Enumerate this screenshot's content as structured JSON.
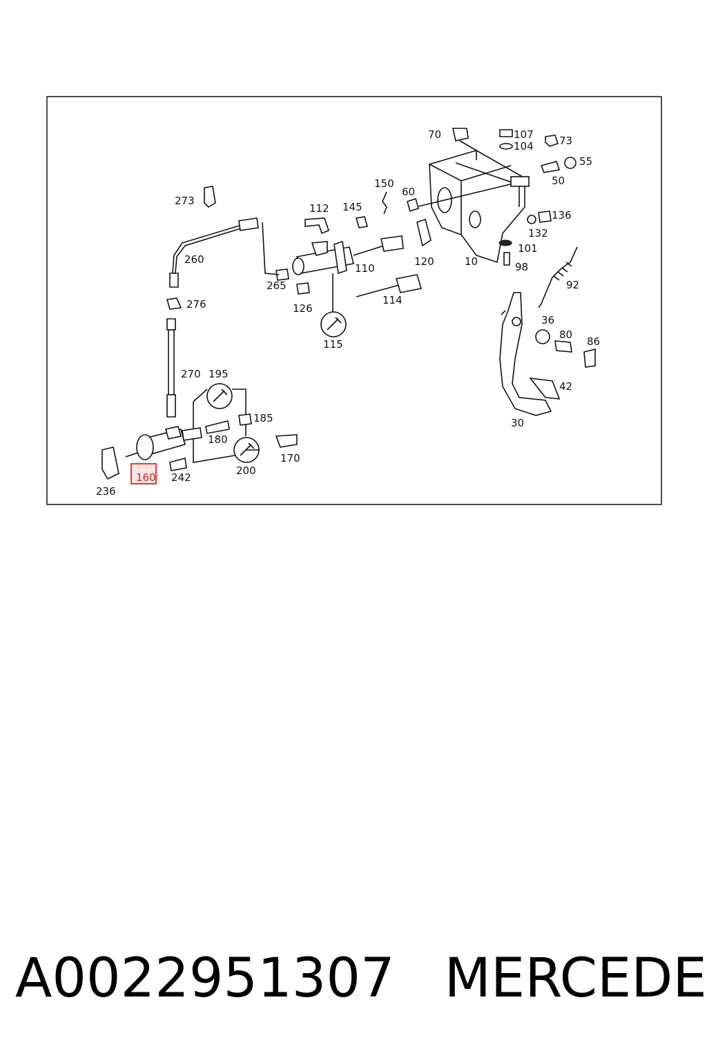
{
  "callouts": {
    "c10": "10",
    "c30": "30",
    "c36": "36",
    "c42": "42",
    "c50": "50",
    "c55": "55",
    "c60": "60",
    "c70": "70",
    "c73": "73",
    "c80": "80",
    "c86": "86",
    "c92": "92",
    "c98": "98",
    "c101": "101",
    "c104": "104",
    "c107": "107",
    "c110": "110",
    "c112": "112",
    "c114": "114",
    "c115": "115",
    "c120": "120",
    "c126": "126",
    "c132": "132",
    "c136": "136",
    "c145": "145",
    "c150": "150",
    "c160": "160",
    "c170": "170",
    "c180": "180",
    "c185": "185",
    "c195": "195",
    "c200": "200",
    "c236": "236",
    "c242": "242",
    "c260": "260",
    "c265": "265",
    "c270": "270",
    "c273": "273",
    "c276": "276"
  },
  "highlight": {
    "callout": "160",
    "color": "#e53935"
  },
  "caption": {
    "part_number": "A0022951307",
    "brand": "MERCEDES"
  }
}
